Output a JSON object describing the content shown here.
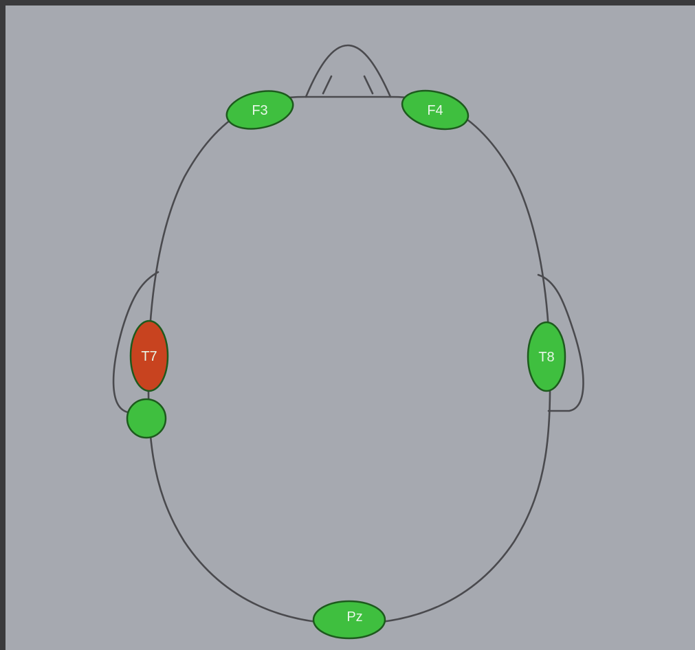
{
  "colors": {
    "background": "#a6a9b0",
    "outline": "#4a4a4e",
    "sensor_good": "#3fbf3f",
    "sensor_bad": "#c8431f"
  },
  "sensors": [
    {
      "label": "F3",
      "status": "good"
    },
    {
      "label": "F4",
      "status": "good"
    },
    {
      "label": "T7",
      "status": "bad"
    },
    {
      "label": "T8",
      "status": "good"
    },
    {
      "label": "",
      "status": "good"
    },
    {
      "label": "Pz",
      "status": "good"
    }
  ]
}
